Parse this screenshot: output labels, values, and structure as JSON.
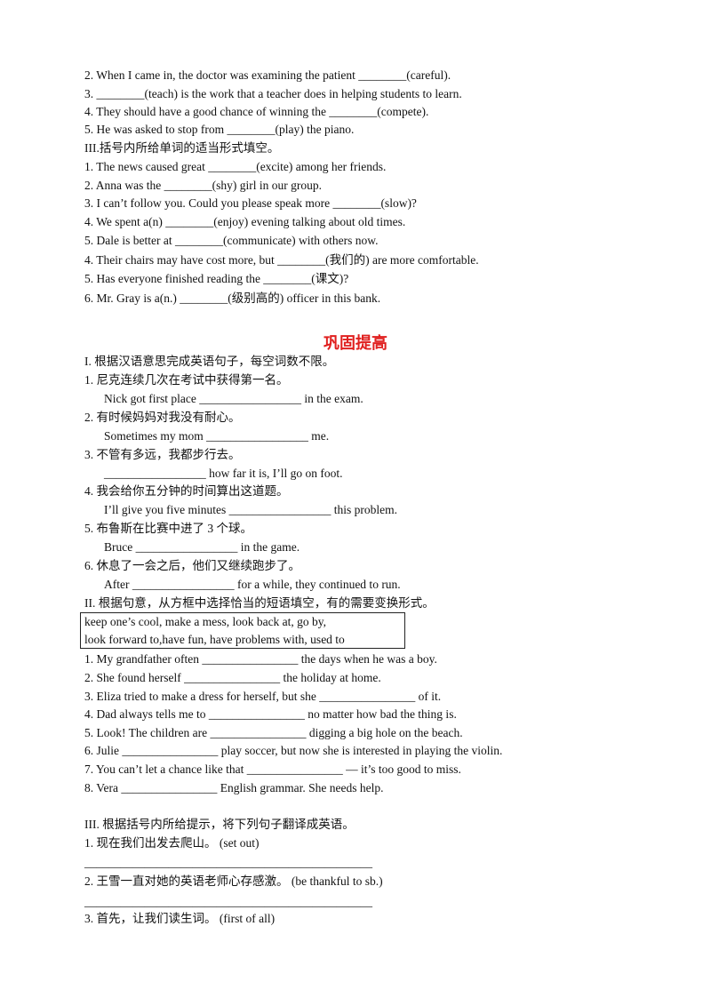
{
  "section_a": [
    "2. When I came in,  the doctor was examining the patient ________(careful).",
    "3. ________(teach) is the work that a teacher does in helping students to  learn.",
    "4. They should have a good chance of winning the ________(compete).",
    "5. He was asked to stop from ________(play) the piano.",
    "III.括号内所给单词的适当形式填空。",
    "1. The news caused great ________(excite) among her friends.",
    "2. Anna was the ________(shy) girl in  our group.",
    "3. I can’t follow you. Could you please speak more ________(slow)?",
    "4. We spent a(n) ________(enjoy) evening talking about old times.",
    "5. Dale is better at ________(communicate) with others now.",
    "4. Their chairs may have cost more, but ________(我们的) are more comfortable.",
    "5. Has everyone finished reading the ________(课文)?",
    "6. Mr. Gray is a(n.) ________(级别高的) officer in this bank."
  ],
  "heading": "巩固提高",
  "section_b": [
    "I.  根据汉语意思完成英语句子，每空词数不限。",
    "1.  尼克连续几次在考试中获得第一名。",
    "Nick got first place _________________ in the exam.",
    "2.  有时候妈妈对我没有耐心。",
    "Sometimes my mom _________________ me.",
    "3.  不管有多远，我都步行去。",
    "_________________ how far it is, I’ll go on foot.",
    "4.  我会给你五分钟的时间算出这道题。",
    "I’ll give you five minutes _________________ this problem.",
    "5.  布鲁斯在比赛中进了 3 个球。",
    "Bruce _________________ in the game.",
    "6.  休息了一会之后，他们又继续跑步了。",
    "After _________________ for a while, they continued  to run.",
    "II.  根据句意，从方框中选择恰当的短语填空，有的需要变换形式。"
  ],
  "phrase_box": [
    "keep one’s  cool, make a mess, look back at, go by,",
    "look forward to,have fun, have problems with, used to"
  ],
  "section_c": [
    "1. My grandfather often ________________ the days when he was a boy.",
    "2. She found herself ________________ the holiday at home.",
    "3. Eliza tried  to make a dress for herself, but she ________________ of it.",
    "4. Dad always tells me to ________________ no matter how bad the thing is.",
    "5. Look! The  children are ________________ digging a big hole on the beach.",
    "6. Julie ________________ play soccer, but now she is interested in playing the violin.",
    "7. You can’t let a chance like that ________________ — it’s too good to miss.",
    "8. Vera ________________ English grammar. She needs help."
  ],
  "section_d": [
    "III.  根据括号内所给提示，将下列句子翻译成英语。",
    "1.  现在我们出发去爬山。   (set out)",
    "________________________________________________",
    "2.  王雪一直对她的英语老师心存感激。   (be thankful to sb.)",
    "________________________________________________",
    "3.  首先，让我们读生词。   (first of all)"
  ]
}
